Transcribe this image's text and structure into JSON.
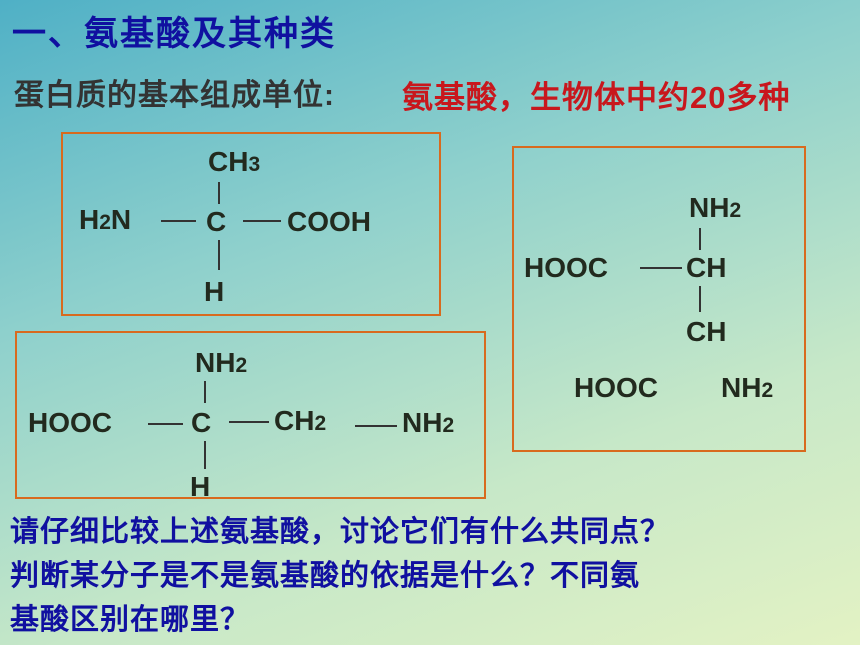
{
  "slide": {
    "title": "一、氨基酸及其种类",
    "subtitle": "蛋白质的基本组成单位:",
    "highlight": "氨基酸，生物体中约20多种"
  },
  "molecule1": {
    "top": "CH3",
    "left": "H2N",
    "center": "C",
    "right": "COOH",
    "bottom": "H"
  },
  "molecule2": {
    "top": "NH2",
    "left": "HOOC",
    "center": "C",
    "right": "CH2",
    "far_right": "NH2",
    "bottom": "H"
  },
  "molecule3": {
    "top": "NH2",
    "left": "HOOC",
    "ch1": "CH",
    "ch2": "CH",
    "bottom_left": "HOOC",
    "bottom_right": "NH2"
  },
  "questions": [
    "请仔细比较上述氨基酸，讨论它们有什么共同点？",
    "判断某分子是不是氨基酸的依据是什么？不同氨",
    "基酸区别在哪里？"
  ]
}
